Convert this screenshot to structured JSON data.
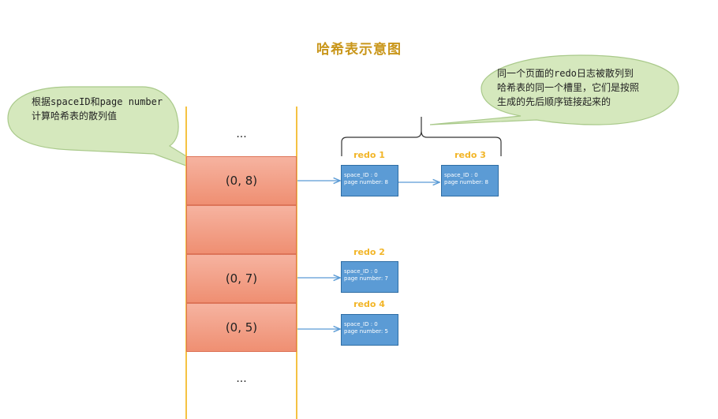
{
  "title": "哈希表示意图",
  "callouts": {
    "left": [
      "根据spaceID和page number",
      "计算哈希表的散列值"
    ],
    "right": [
      "同一个页面的redo日志被散列到",
      "哈希表的同一个槽里，它们是按照",
      "生成的先后顺序链接起来的"
    ]
  },
  "hash_table": {
    "top_ellipsis": "...",
    "bottom_ellipsis": "...",
    "slots": [
      "(0, 8)",
      "",
      "(0, 7)",
      "(0, 5)"
    ]
  },
  "redo_records": [
    {
      "label": "redo 1",
      "space_id": "space_ID : 0",
      "page_number": "page number: 8"
    },
    {
      "label": "redo 3",
      "space_id": "space_ID : 0",
      "page_number": "page number: 8"
    },
    {
      "label": "redo 2",
      "space_id": "space_ID : 0",
      "page_number": "page number: 7"
    },
    {
      "label": "redo 4",
      "space_id": "space_ID : 0",
      "page_number": "page number: 5"
    }
  ],
  "colors": {
    "slot_fill": "#ef8f72",
    "redo_fill": "#5b9bd5",
    "label_color": "#f2b527",
    "callout_fill": "#d5e8bd",
    "callout_border": "#a9c98a",
    "title_color": "#c9961a",
    "rail_color": "#f5c242"
  }
}
